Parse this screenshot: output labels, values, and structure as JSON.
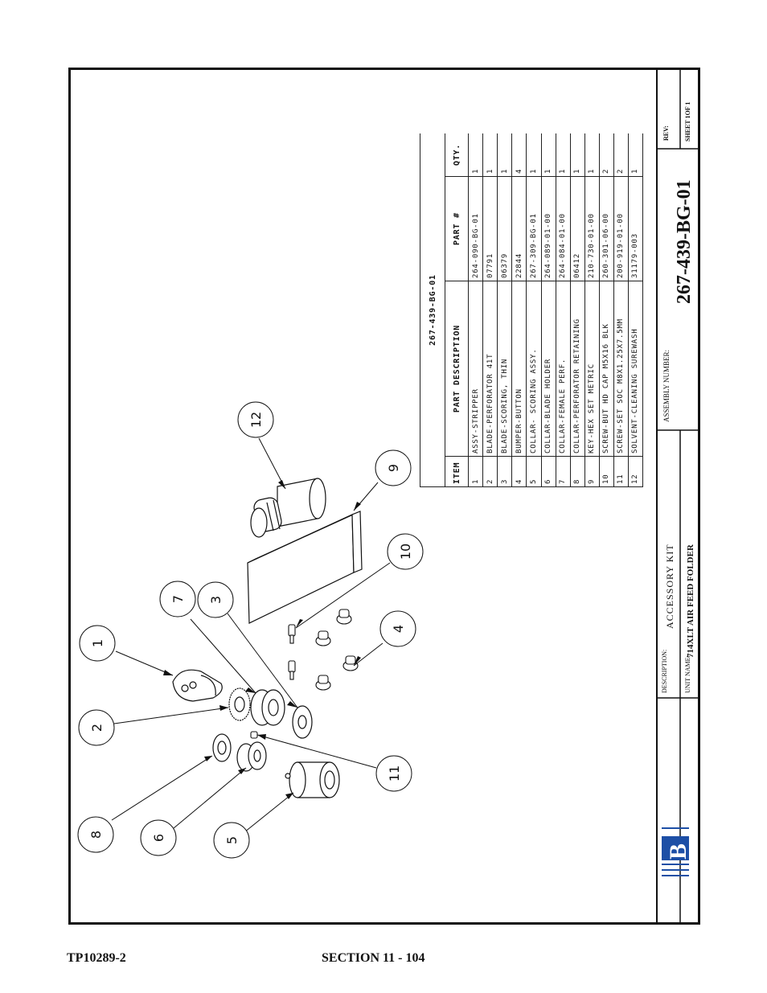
{
  "bom": {
    "title": "267-439-BG-01",
    "headers": {
      "item": "ITEM #",
      "description": "PART DESCRIPTION",
      "part": "PART #",
      "qty": "QTY."
    },
    "rows": [
      {
        "item": "1",
        "description": "ASSY-STRIPPER",
        "part": "264-090-BG-01",
        "qty": "1"
      },
      {
        "item": "2",
        "description": "BLADE-PERFORATOR 41T",
        "part": "07791",
        "qty": "1"
      },
      {
        "item": "3",
        "description": "BLADE-SCORING, THIN",
        "part": "06379",
        "qty": "1"
      },
      {
        "item": "4",
        "description": "BUMPER-BUTTON",
        "part": "22844",
        "qty": "4"
      },
      {
        "item": "5",
        "description": "COLLAR- SCORING ASSY.",
        "part": "267-309-BG-01",
        "qty": "1"
      },
      {
        "item": "6",
        "description": "COLLAR-BLADE HOLDER",
        "part": "264-089-01-00",
        "qty": "1"
      },
      {
        "item": "7",
        "description": "COLLAR-FEMALE PERF.",
        "part": "264-084-01-00",
        "qty": "1"
      },
      {
        "item": "8",
        "description": "COLLAR-PERFORATOR RETAINING",
        "part": "06412",
        "qty": "1"
      },
      {
        "item": "9",
        "description": "KEY-HEX SET METRIC",
        "part": "210-730-01-00",
        "qty": "1"
      },
      {
        "item": "10",
        "description": "SCREW-BUT HD CAP M5X16 BLK",
        "part": "260-301-06-00",
        "qty": "2"
      },
      {
        "item": "11",
        "description": "SCREW-SET SOC M8X1.25X7.5MM",
        "part": "200-919-01-00",
        "qty": "2"
      },
      {
        "item": "12",
        "description": "SOLVENT-CLEANING SUREWASH",
        "part": "31179-003",
        "qty": "1"
      }
    ]
  },
  "balloons": [
    "1",
    "2",
    "3",
    "4",
    "5",
    "6",
    "7",
    "8",
    "9",
    "10",
    "11",
    "12"
  ],
  "title_block": {
    "description_label": "DESCRIPTION:",
    "description": "ACCESSORY KIT",
    "unit_name_label": "UNIT NAME:",
    "unit_name": "714XLT AIR FEED FOLDER",
    "assembly_label": "ASSEMBLY NUMBER:",
    "assembly_number": "267-439-BG-01",
    "rev_label": "REV:",
    "sheet": "SHEET 1OF 1",
    "logo_text": "B",
    "logo_color": "#1d4fa6"
  },
  "footer": {
    "doc_number": "TP10289-2",
    "section": "SECTION 11 - 104"
  }
}
